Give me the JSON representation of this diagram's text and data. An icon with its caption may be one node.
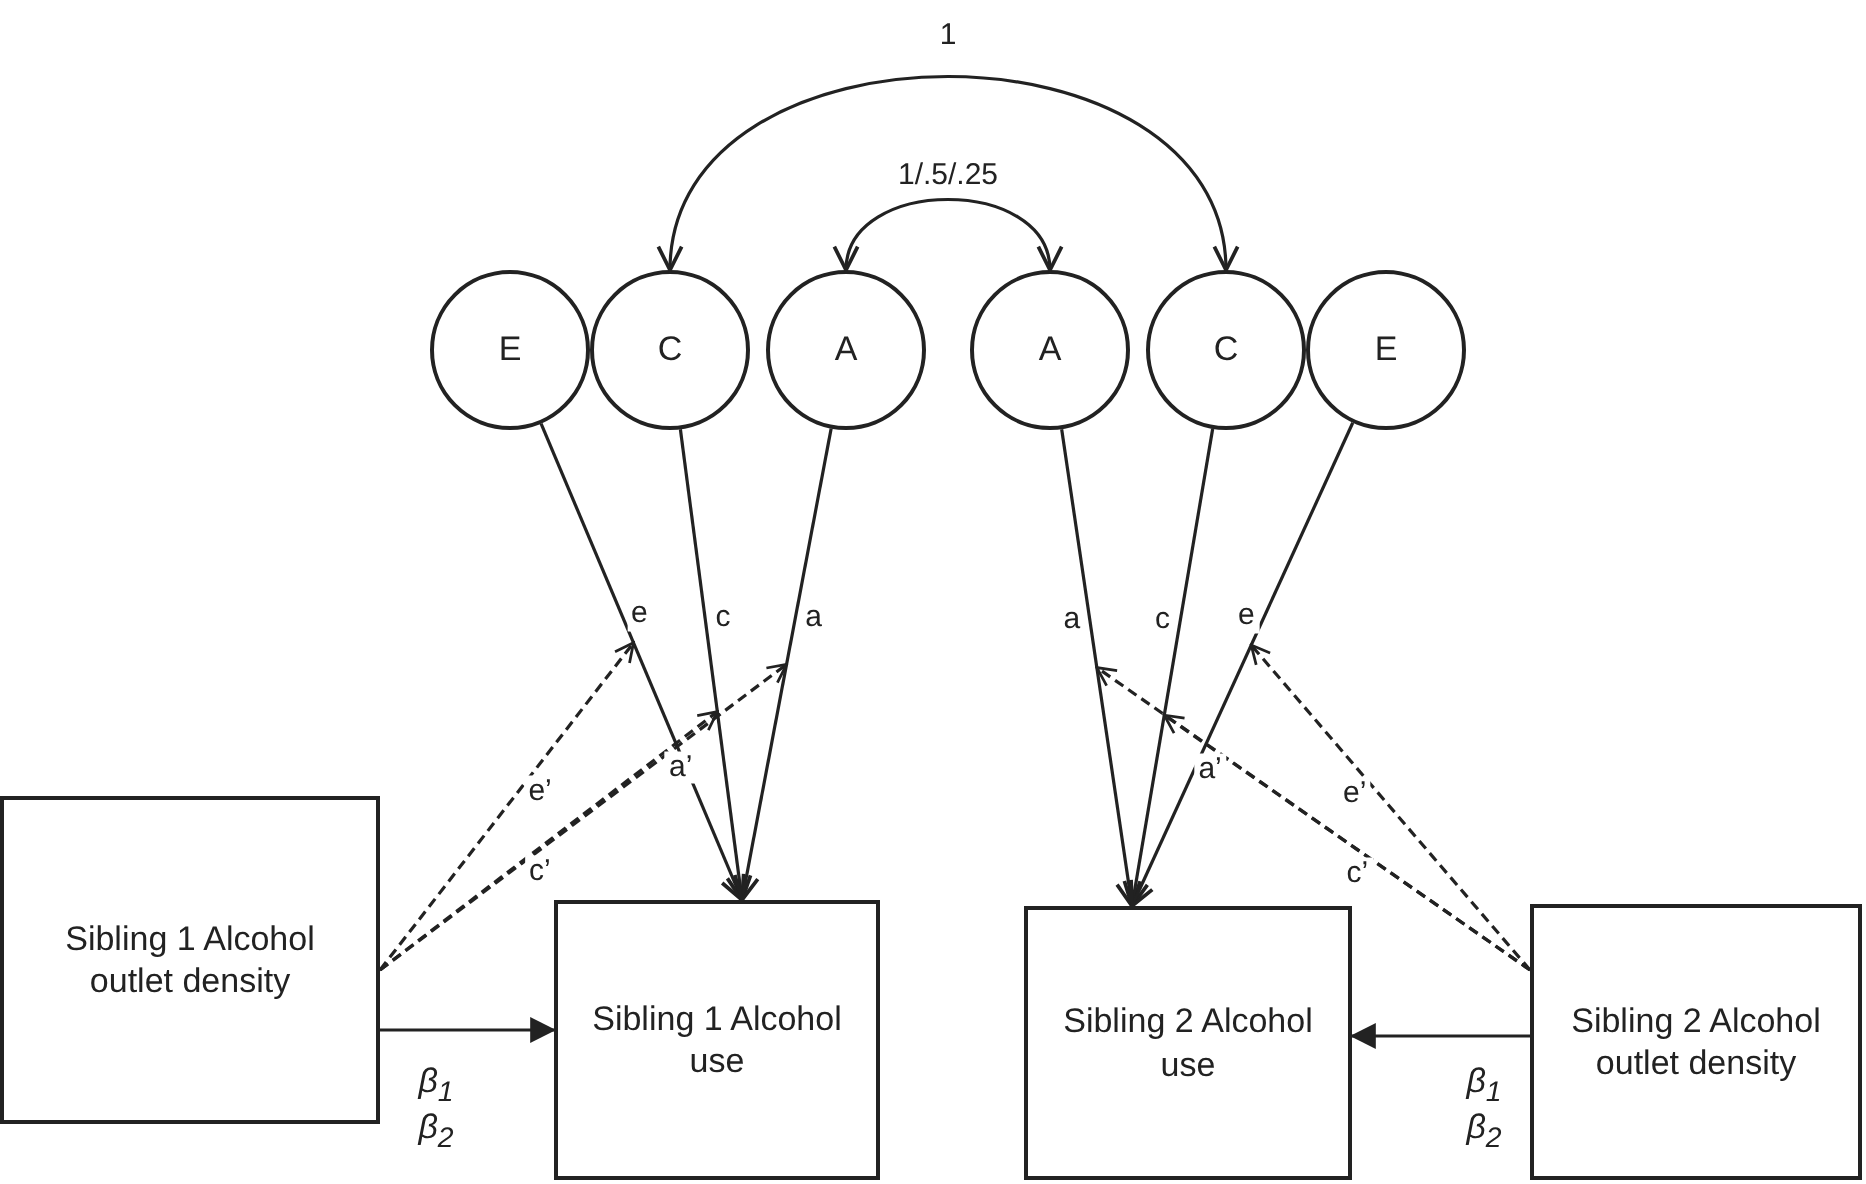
{
  "diagram": {
    "nodes": [
      {
        "text": [
          "E"
        ]
      },
      {
        "text": [
          "C"
        ]
      },
      {
        "text": [
          "A"
        ]
      },
      {
        "text": [
          "A"
        ]
      },
      {
        "text": [
          "C"
        ]
      },
      {
        "text": [
          "E"
        ]
      },
      {
        "text": [
          "Sibling 1 Alcohol outlet density"
        ]
      },
      {
        "text": [
          "Sibling 1 Alcohol use"
        ]
      },
      {
        "text": [
          "Sibling 2 Alcohol use"
        ]
      },
      {
        "text": [
          "Sibling 2 Alcohol outlet density"
        ]
      }
    ],
    "edges": [
      {
        "from": 1,
        "to": 4,
        "arrow": "both",
        "label": "1"
      },
      {
        "from": 2,
        "to": 3,
        "arrow": "both",
        "label": "1/.5/.25"
      },
      {
        "from": 0,
        "to": 7,
        "arrow": "to",
        "label": "e"
      },
      {
        "from": 1,
        "to": 7,
        "arrow": "to",
        "label": "c"
      },
      {
        "from": 2,
        "to": 7,
        "arrow": "to",
        "label": "a"
      },
      {
        "from": 3,
        "to": 8,
        "arrow": "to",
        "label": "a"
      },
      {
        "from": 4,
        "to": 8,
        "arrow": "to",
        "label": "c"
      },
      {
        "from": 5,
        "to": 8,
        "arrow": "to",
        "label": "e"
      },
      {
        "from": 6,
        "to": null,
        "arrow": "to",
        "label": "e’",
        "style": "dashed"
      },
      {
        "from": 6,
        "to": null,
        "arrow": "to",
        "label": "c’",
        "style": "dashed"
      },
      {
        "from": 6,
        "to": null,
        "arrow": "to",
        "label": "a’",
        "style": "dashed"
      },
      {
        "from": 9,
        "to": null,
        "arrow": "to",
        "label": "a’",
        "style": "dashed"
      },
      {
        "from": 9,
        "to": null,
        "arrow": "to",
        "label": "c’",
        "style": "dashed"
      },
      {
        "from": 9,
        "to": null,
        "arrow": "to",
        "label": "e’",
        "style": "dashed"
      },
      {
        "from": 6,
        "to": 7,
        "arrow": "to",
        "label": "β$_{1}$ β$_{2}$"
      },
      {
        "from": 9,
        "to": 8,
        "arrow": "to",
        "label": "β$_{1}$ β$_{2}$"
      }
    ]
  }
}
